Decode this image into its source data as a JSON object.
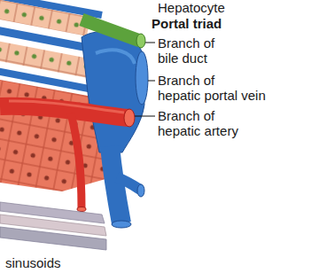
{
  "diagram": {
    "labels": [
      "Hepatocyte",
      "Portal triad",
      "Branch of bile duct",
      "Branch of hepatic portal vein",
      "Branch of hepatic artery",
      "sinusoids"
    ]
  }
}
